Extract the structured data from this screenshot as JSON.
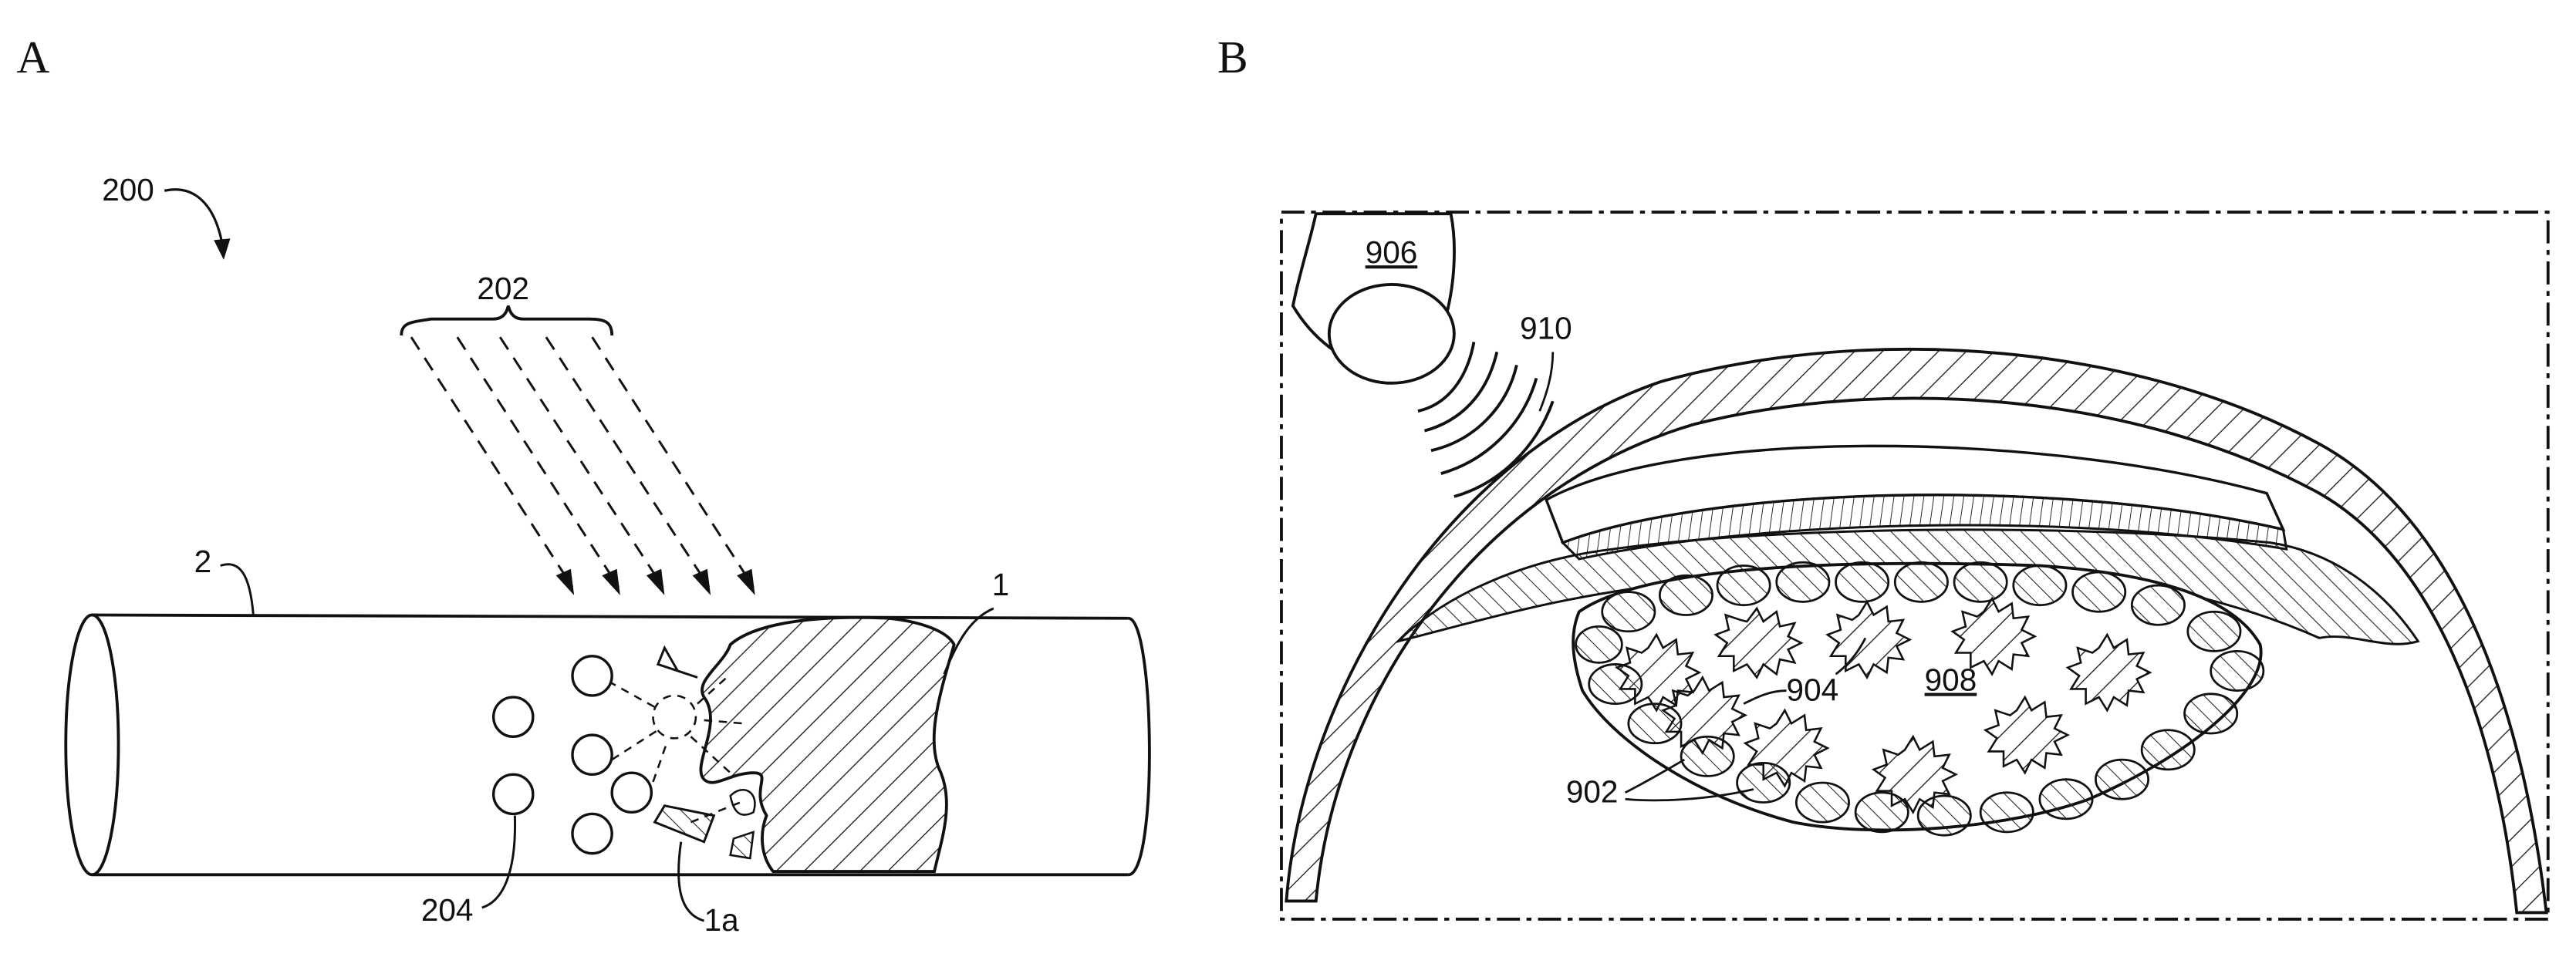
{
  "panels": {
    "a": {
      "letter": "A",
      "labels": {
        "system": "200",
        "beam": "202",
        "vessel": "2",
        "target": "1",
        "fragment": "1a",
        "bubble": "204"
      }
    },
    "b": {
      "letter": "B",
      "labels": {
        "transducer": "906",
        "waves": "910",
        "particles": "904",
        "region": "908",
        "cells": "902"
      }
    }
  }
}
